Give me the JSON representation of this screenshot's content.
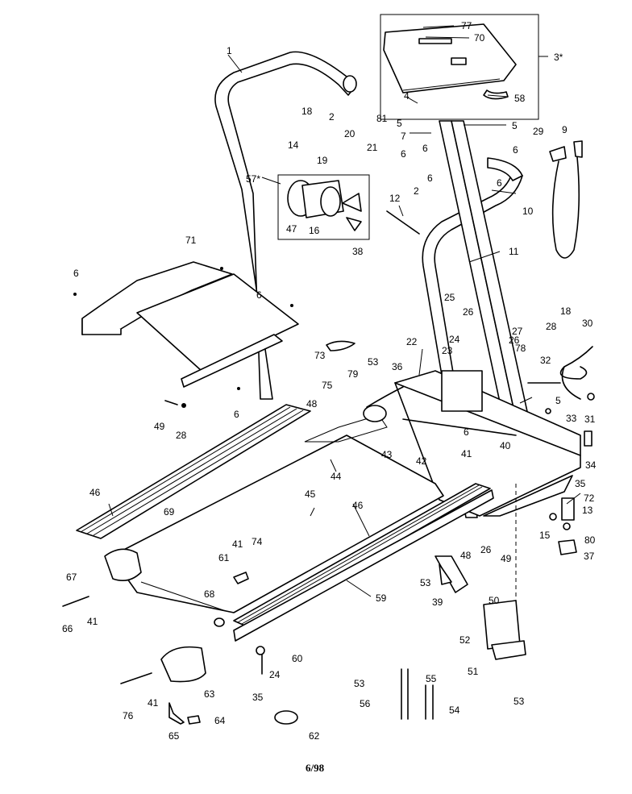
{
  "labels": {
    "p1": "1",
    "p2a": "2",
    "p2b": "2",
    "p3": "3*",
    "p4": "4",
    "p5a": "5",
    "p5b": "5",
    "p5c": "5",
    "p6a": "6",
    "p6b": "6",
    "p6c": "6",
    "p6d": "6",
    "p6e": "6",
    "p6f": "6",
    "p6g": "6",
    "p6h": "6",
    "p6i": "6",
    "p7": "7",
    "p9": "9",
    "p10": "10",
    "p11": "11",
    "p12": "12",
    "p13": "13",
    "p14": "14",
    "p15": "15",
    "p16": "16",
    "p18a": "18",
    "p18b": "18",
    "p19": "19",
    "p20": "20",
    "p21": "21",
    "p22": "22",
    "p23": "23",
    "p24a": "24",
    "p24b": "24",
    "p25": "25",
    "p26a": "26",
    "p26b": "26",
    "p26c": "26",
    "p27": "27",
    "p28a": "28",
    "p28b": "28",
    "p29": "29",
    "p30": "30",
    "p31": "31",
    "p32": "32",
    "p33": "33",
    "p34": "34",
    "p35a": "35",
    "p35b": "35",
    "p36": "36",
    "p37": "37",
    "p38": "38",
    "p39": "39",
    "p40": "40",
    "p41a": "41",
    "p41b": "41",
    "p41c": "41",
    "p41d": "41",
    "p42": "42",
    "p43": "43",
    "p44": "44",
    "p45": "45",
    "p46a": "46",
    "p46b": "46",
    "p47": "47",
    "p48a": "48",
    "p48b": "48",
    "p49a": "49",
    "p49b": "49",
    "p50": "50",
    "p51": "51",
    "p52": "52",
    "p53a": "53",
    "p53b": "53",
    "p53c": "53",
    "p53d": "53",
    "p54": "54",
    "p55": "55",
    "p56": "56",
    "p57": "57*",
    "p58": "58",
    "p59": "59",
    "p60": "60",
    "p61": "61",
    "p62": "62",
    "p63": "63",
    "p64": "64",
    "p65": "65",
    "p66": "66",
    "p67": "67",
    "p68": "68",
    "p69": "69",
    "p70": "70",
    "p71": "71",
    "p72": "72",
    "p73": "73",
    "p74": "74",
    "p75": "75",
    "p76": "76",
    "p77": "77",
    "p78": "78",
    "p79": "79",
    "p80": "80",
    "p81": "81"
  },
  "footer": {
    "date": "6/98"
  }
}
